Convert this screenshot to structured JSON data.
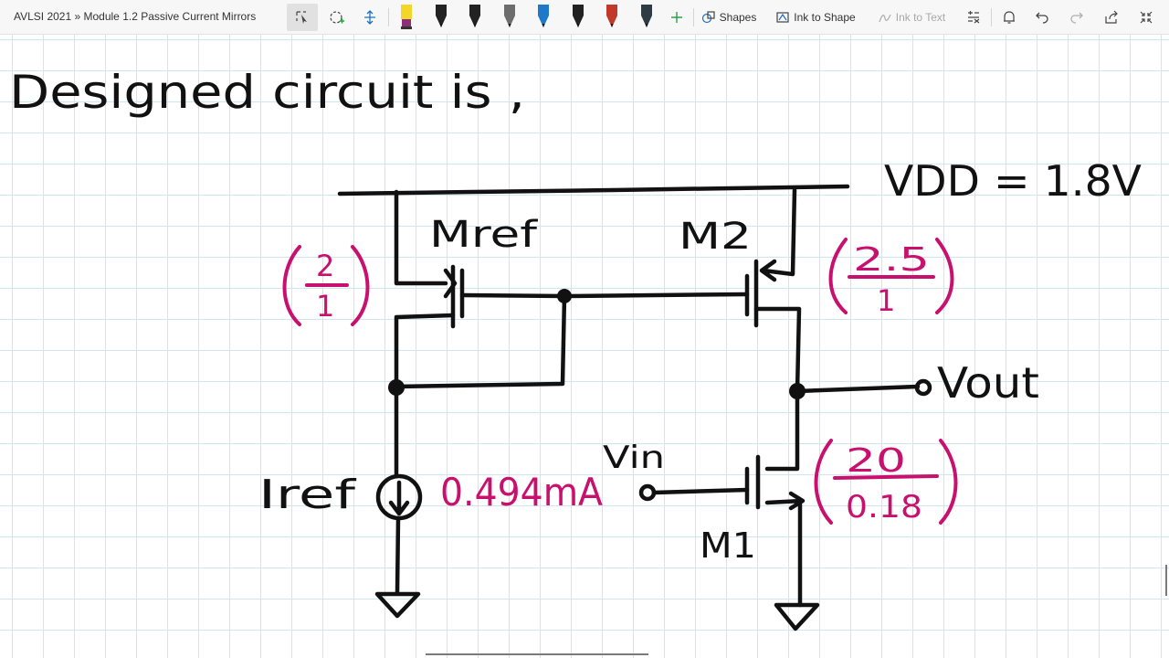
{
  "app": {
    "doc_title": "AVLSI 2021 » Module 1.2 Passive Current Mirrors"
  },
  "toolbar": {
    "shapes_label": "Shapes",
    "ink_to_shape_label": "Ink to Shape",
    "ink_to_text_label": "Ink to Text",
    "pens": [
      {
        "name": "highlighter-yellow",
        "color": "#f4d629"
      },
      {
        "name": "pen-black-1",
        "color": "#222222"
      },
      {
        "name": "pen-black-2",
        "color": "#222222"
      },
      {
        "name": "pen-gray",
        "color": "#6d6d6d"
      },
      {
        "name": "pen-blue",
        "color": "#1e7ac9"
      },
      {
        "name": "pen-black-3",
        "color": "#222222"
      },
      {
        "name": "pen-galaxy",
        "color": "#c0392b"
      },
      {
        "name": "pen-cyan-dark",
        "color": "#2d3b45"
      }
    ]
  },
  "note": {
    "heading": "Designed circuit is ,",
    "vdd_label": "VDD = 1.8V",
    "mref_label": "Mref",
    "m2_label": "M2",
    "m1_label": "M1",
    "mref_ratio": {
      "num": "2",
      "den": "1"
    },
    "m2_ratio": {
      "num": "2.5",
      "den": "1"
    },
    "m1_ratio": {
      "num": "20",
      "den": "0.18"
    },
    "iref_label": "Iref",
    "iref_value": "0.494mA",
    "vin_label": "Vin",
    "vout_label": "Vout"
  },
  "colors": {
    "ink_black": "#111111",
    "ink_magenta": "#c8106e",
    "grid": "#cfe6f2"
  }
}
